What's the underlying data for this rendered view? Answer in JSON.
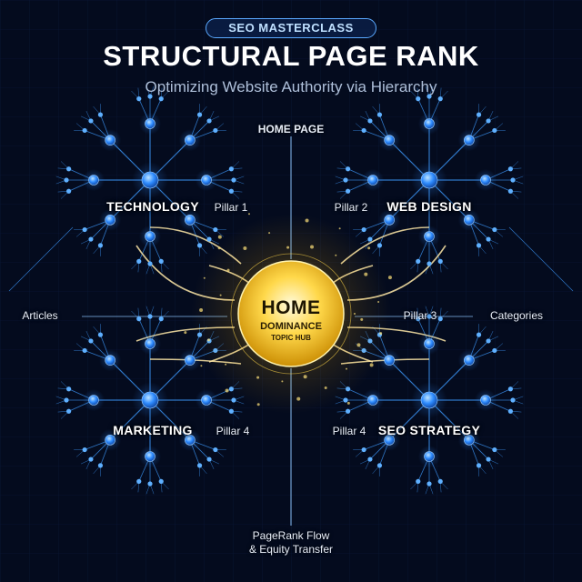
{
  "header": {
    "badge": "SEO MASTERCLASS",
    "title": "STRUCTURAL PAGE RANK",
    "subtitle": "Optimizing Website Authority via Hierarchy"
  },
  "hub": {
    "title": "HOME",
    "line2": "DOMINANCE",
    "line3": "TOPIC HUB"
  },
  "labels": {
    "home_page": "HOME PAGE",
    "articles": "Articles",
    "categories": "Categories",
    "flow_line1": "PageRank Flow",
    "flow_line2": "& Equity Transfer"
  },
  "clusters": [
    {
      "name": "TECHNOLOGY",
      "pillar": "Pillar 1"
    },
    {
      "name": "WEB DESIGN",
      "pillar": "Pillar 2"
    },
    {
      "name": "MARKETING",
      "pillar": "Pillar 4"
    },
    {
      "name": "SEO STRATEGY",
      "pillar": "Pillar 4"
    }
  ],
  "side_pillar": "Pillar 3",
  "colors": {
    "background": "#040b1e",
    "node_blue": "#2f8cff",
    "link_blue": "#3d9bff",
    "gold": "#ffd54a"
  }
}
